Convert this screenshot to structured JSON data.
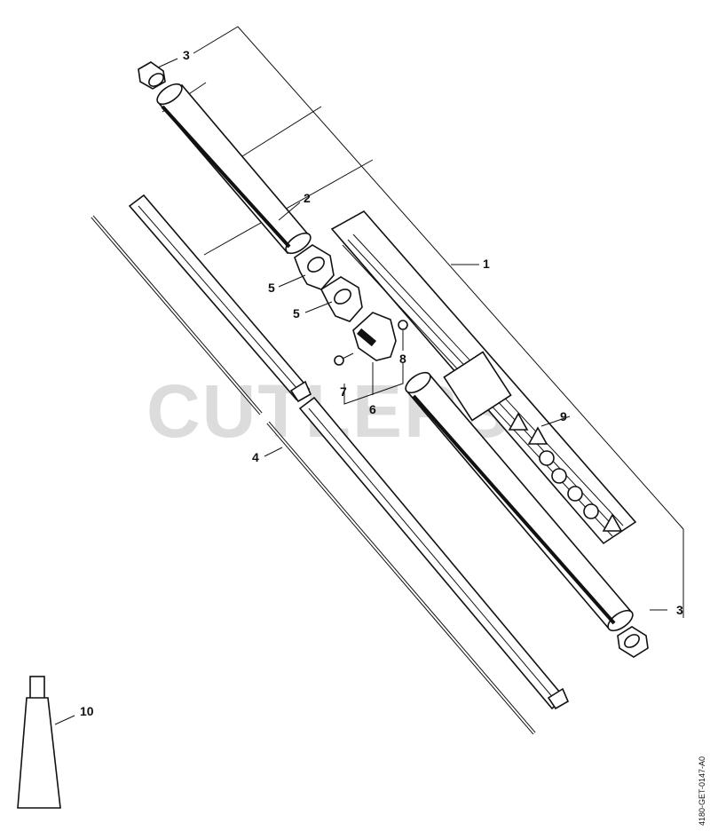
{
  "watermark": "CUTLERS",
  "drawing_number": "4180-GET-0147-A0",
  "callouts": {
    "c1": "1",
    "c2": "2",
    "c3_top": "3",
    "c3_bottom": "3",
    "c4": "4",
    "c5_upper": "5",
    "c5_lower": "5",
    "c6": "6",
    "c7": "7",
    "c8": "8",
    "c9": "9",
    "c10": "10"
  }
}
